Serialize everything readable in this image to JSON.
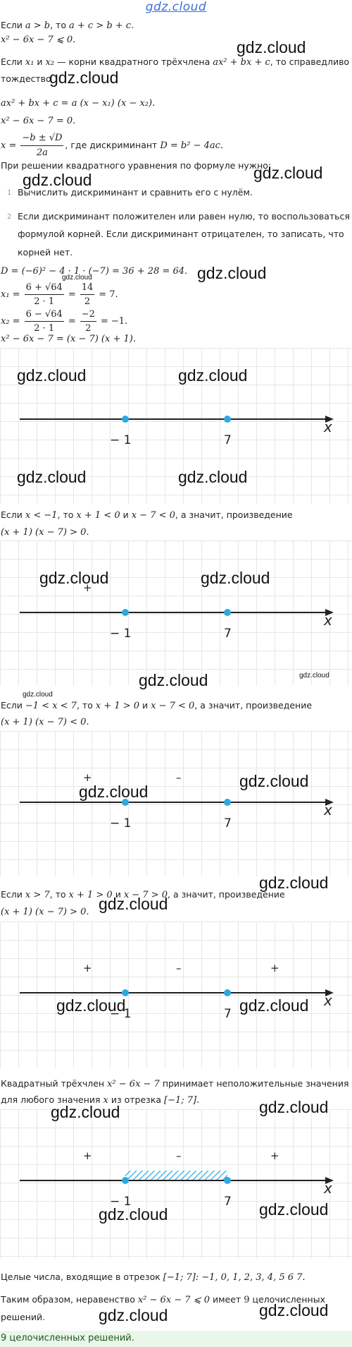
{
  "header": {
    "logo": "gdz.cloud"
  },
  "watermark": "gdz.cloud",
  "colors": {
    "accent": "#2ea8e0",
    "axis": "#222222",
    "grid": "#e6e6e6",
    "answer_bg": "#eaf6ea"
  },
  "text": {
    "if_word": "Если",
    "then_word": ", то",
    "ineq_a": "a > b",
    "ineq_b": "a + c > b + c.",
    "problem": "x² − 6x − 7 ⩽ 0.",
    "roots_and": "и",
    "roots_x1": "x₁",
    "roots_x2": "x₂",
    "roots_text": "— корни квадратного трёхчлена",
    "roots_poly": "ax² + bx + c",
    "roots_tail": ", то справедливо",
    "identity_word": "тождество",
    "factor_formula": "ax² + bx + c = a (x − x₁) (x − x₂).",
    "equation": "x² − 6x − 7 = 0.",
    "x_eq": "x =",
    "root_num": "−b ± √D",
    "root_den": "2a",
    "where_disc": ", где дискриминант",
    "disc_formula": "D = b² − 4ac.",
    "solve_intro": "При решении квадратного уравнения по формуле нужно:",
    "step1_num": "1",
    "step1": "Вычислить дискриминант и сравнить его с нулём.",
    "step2_num": "2",
    "step2_a": "Если дискриминант положителен или равен нулю, то воспользоваться",
    "step2_b": "формулой корней. Если дискриминант отрицателен, то записать, что",
    "step2_c": "корней нет.",
    "disc_calc": "D = (−6)² − 4 · 1 · (−7) = 36 + 28 = 64.",
    "x1_lhs": "x₁ =",
    "x1_num": "6 + √64",
    "x1_den": "2 · 1",
    "x1_eq": "=",
    "x1_num2": "14",
    "x1_den2": "2",
    "x1_res": "= 7.",
    "x2_lhs": "x₂ =",
    "x2_num": "6 − √64",
    "x2_den": "2 · 1",
    "x2_eq": "=",
    "x2_num2": "−2",
    "x2_den2": "2",
    "x2_res": "= −1.",
    "factored": "x² − 6x − 7 = (x − 7) (x + 1).",
    "case1_a_pre": "Если",
    "case1_a_cond": "x < −1",
    "case1_a_mid": ", то",
    "case1_a_e1": "x + 1 < 0",
    "case1_a_and": "и",
    "case1_a_e2": "x − 7 < 0",
    "case1_a_tail": ", а значит, произведение",
    "case1_b": "(x + 1) (x − 7) > 0.",
    "case2_a_pre": "Если",
    "case2_a_cond": "−1 < x < 7",
    "case2_a_mid": ", то",
    "case2_a_e1": "x + 1 > 0",
    "case2_a_and": "и",
    "case2_a_e2": "x − 7 < 0",
    "case2_a_tail": ", а значит, произведение",
    "case2_b": "(x + 1) (x − 7) < 0.",
    "case3_a_pre": "Если",
    "case3_a_cond": "x > 7",
    "case3_a_mid": ", то",
    "case3_a_e1": "x + 1 > 0",
    "case3_a_and": "и",
    "case3_a_e2": "x − 7 > 0",
    "case3_a_tail": ", а значит, произведение",
    "case3_b": "(x + 1) (x − 7) > 0.",
    "concl_a_pre": "Квадратный трёхчлен",
    "concl_a_poly": "x² − 6x − 7",
    "concl_a_tail": "принимает неположительные значения",
    "concl_b_pre": "для любого значения",
    "concl_b_x": "x",
    "concl_b_mid": "из отрезка",
    "concl_b_seg": "[−1; 7].",
    "ints_pre": "Целые числа, входящие в отрезок",
    "ints_seg": "[−1; 7]:",
    "ints_list": "−1, 0, 1, 2, 3, 4, 5 6 7.",
    "final_a_pre": "Таким образом, неравенство",
    "final_a_ineq": "x² − 6x − 7 ⩽ 0",
    "final_a_mid": "имеет",
    "final_a_num": "9",
    "final_a_tail": "целочисленных",
    "final_b": "решений.",
    "answer": "9 целочисленных решений."
  },
  "number_lines": [
    {
      "id": "nl1",
      "left_sign": "",
      "mid_sign": "",
      "right_sign": "",
      "shaded": false,
      "label_a": "− 1",
      "label_b": "7",
      "axis_label": "x"
    },
    {
      "id": "nl2",
      "left_sign": "+",
      "mid_sign": "",
      "right_sign": "",
      "shaded": false,
      "label_a": "− 1",
      "label_b": "7",
      "axis_label": "x"
    },
    {
      "id": "nl3",
      "left_sign": "+",
      "mid_sign": "–",
      "right_sign": "",
      "shaded": false,
      "label_a": "− 1",
      "label_b": "7",
      "axis_label": "x"
    },
    {
      "id": "nl4",
      "left_sign": "+",
      "mid_sign": "–",
      "right_sign": "+",
      "shaded": false,
      "label_a": "− 1",
      "label_b": "7",
      "axis_label": "x"
    },
    {
      "id": "nl5",
      "left_sign": "+",
      "mid_sign": "–",
      "right_sign": "+",
      "shaded": true,
      "label_a": "− 1",
      "label_b": "7",
      "axis_label": "x"
    }
  ]
}
